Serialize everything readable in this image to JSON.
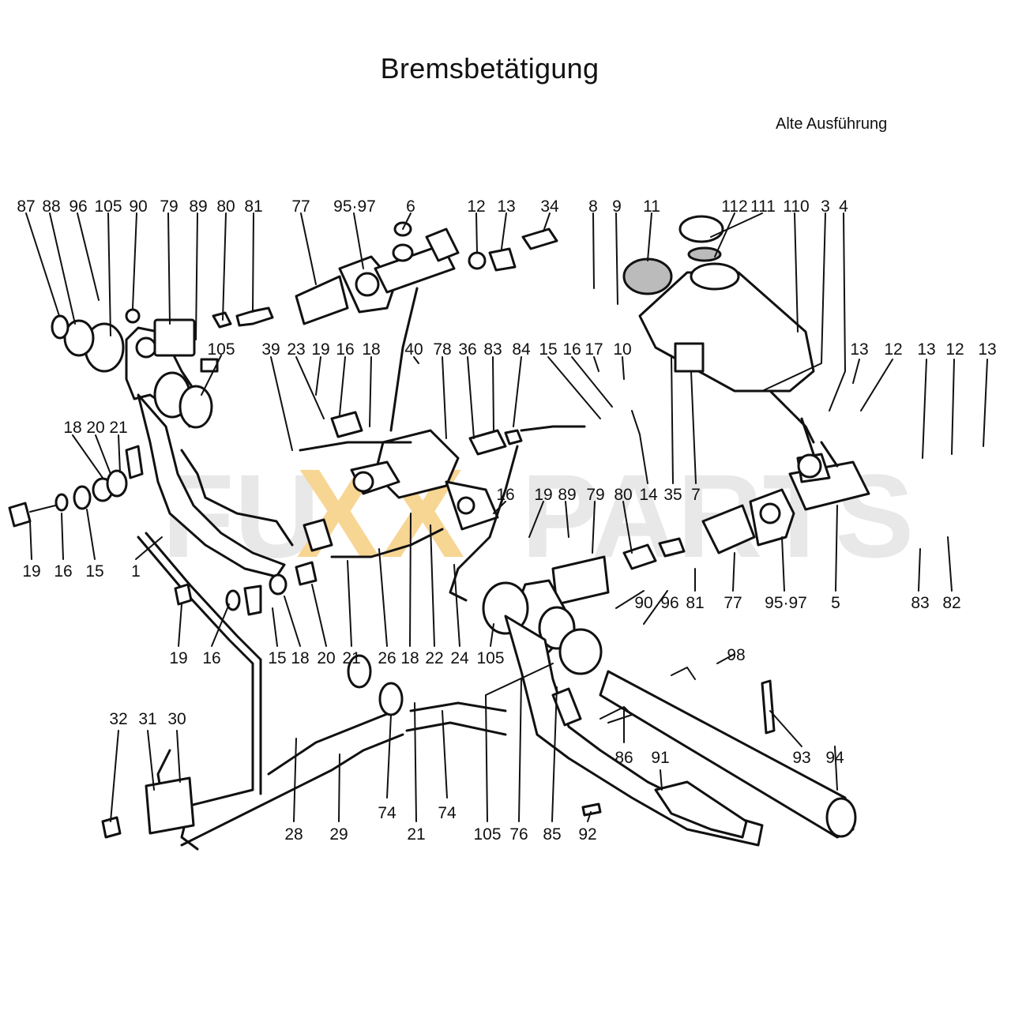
{
  "title": "Bremsbetätigung",
  "subtitle": "Alte Ausführung",
  "watermark": {
    "left": "FU",
    "mid": "XX",
    "right": "PARTS",
    "accent_color": "#f2b43c",
    "gray_color": "#d6d6d6"
  },
  "labels": {
    "t87": "87",
    "t88": "88",
    "t96": "96",
    "t105": "105",
    "t90": "90",
    "t79": "79",
    "t89": "89",
    "t80": "80",
    "t81": "81",
    "t77": "77",
    "t95_97": "95·97",
    "t6": "6",
    "t12": "12",
    "t13": "13",
    "t34": "34",
    "t8": "8",
    "t9": "9",
    "t11": "11",
    "t112": "112",
    "t111": "111",
    "t110": "110",
    "t3": "3",
    "t4": "4",
    "m105": "105",
    "m39": "39",
    "m23": "23",
    "m19": "19",
    "m16": "16",
    "m18": "18",
    "m40": "40",
    "m78": "78",
    "m36": "36",
    "m83": "83",
    "m84": "84",
    "m15": "15",
    "m16b": "16",
    "m17": "17",
    "m10": "10",
    "r13a": "13",
    "r12a": "12",
    "r13b": "13",
    "r12b": "12",
    "r13c": "13",
    "l18": "18",
    "l20": "20",
    "l21": "21",
    "c16": "16",
    "c19": "19",
    "c89": "89",
    "c79": "79",
    "c80": "80",
    "c14": "14",
    "c35": "35",
    "c7": "7",
    "b19": "19",
    "b16": "16",
    "b15": "15",
    "b1": "1",
    "r90": "90",
    "r96": "96",
    "r81": "81",
    "r77": "77",
    "r95_97": "95·97",
    "r5": "5",
    "r83": "83",
    "r82": "82",
    "d19": "19",
    "d16": "16",
    "d15": "15",
    "d18": "18",
    "d20": "20",
    "d21": "21",
    "d26": "26",
    "d18b": "18",
    "d22": "22",
    "d24": "24",
    "d105": "105",
    "d98": "98",
    "e32": "32",
    "e31": "31",
    "e30": "30",
    "e86": "86",
    "e91": "91",
    "e93": "93",
    "e94": "94",
    "f28": "28",
    "f29": "29",
    "f74a": "74",
    "f21": "21",
    "f74b": "74",
    "f105": "105",
    "f76": "76",
    "f85": "85",
    "f92": "92"
  }
}
